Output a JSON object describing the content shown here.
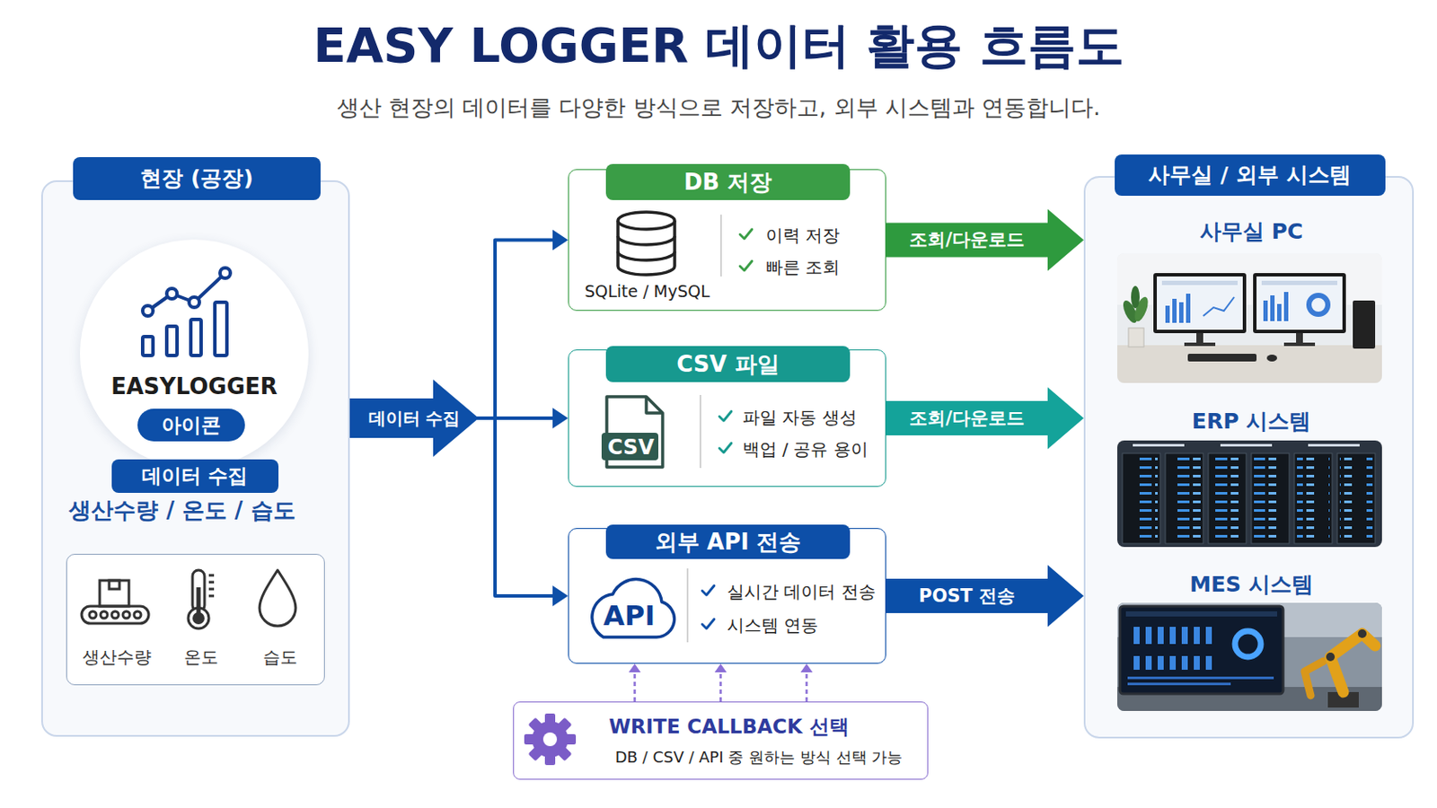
{
  "diagram": {
    "title": "EASY LOGGER 데이터 활용 흐름도",
    "caption": "생산 현장의 데이터를 다양한 방식으로 저장하고, 외부 시스템과 연동합니다.",
    "nodes": [
      {
        "text": [
          "현장 (공장)"
        ]
      },
      {
        "text": [
          "EASYLOGGER"
        ],
        "in": 0
      },
      {
        "text": [
          "아이콘"
        ],
        "in": 1
      },
      {
        "text": [
          "데이터 수집"
        ],
        "in": 0
      },
      {
        "text": [
          "생산수량",
          "온도",
          "습도"
        ],
        "in": 0
      },
      {
        "text": [
          "DB 저장",
          "SQLite / MySQL",
          "이력 저장",
          "빠른 조회"
        ]
      },
      {
        "text": [
          "CSV 파일",
          "CSV",
          "파일 자동 생성",
          "백업 / 공유 용이"
        ]
      },
      {
        "text": [
          "외부 API 전송",
          "API",
          "실시간 데이터 전송",
          "시스템 연동"
        ]
      },
      {
        "text": [
          "WRITE CALLBACK 선택",
          "DB / CSV / API 중 원하는 방식 선택 가능"
        ]
      },
      {
        "text": [
          "사무실 / 외부 시스템"
        ]
      },
      {
        "text": [
          "사무실 PC"
        ],
        "in": 9
      },
      {
        "text": [
          "ERP 시스템"
        ],
        "in": 9
      },
      {
        "text": [
          "MES 시스템"
        ],
        "in": 9
      }
    ],
    "edges": [
      {
        "from": 0,
        "to": 5,
        "arrow": "to"
      },
      {
        "from": 0,
        "to": 6,
        "arrow": "to",
        "label": "데이터 수집"
      },
      {
        "from": 0,
        "to": 7,
        "arrow": "to"
      },
      {
        "from": 5,
        "to": 9,
        "arrow": "to",
        "label": "조회/다운로드"
      },
      {
        "from": 6,
        "to": 9,
        "arrow": "to",
        "label": "조회/다운로드"
      },
      {
        "from": 7,
        "to": 9,
        "arrow": "to",
        "label": "POST 전송"
      },
      {
        "from": 8,
        "to": 7,
        "arrow": "to"
      },
      {
        "from": 8,
        "to": 7,
        "arrow": "to"
      },
      {
        "from": 8,
        "to": 7,
        "arrow": "to"
      }
    ],
    "labels": [
      "생산수량 / 온도 / 습도"
    ]
  }
}
